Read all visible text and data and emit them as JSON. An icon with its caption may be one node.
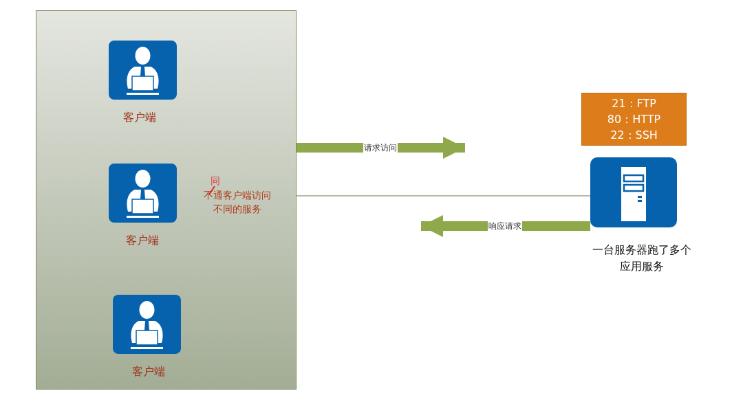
{
  "diagram": {
    "nodes": [
      {
        "text": [
          "同",
          "不通客户端访问不同的服务"
        ]
      },
      {
        "text": [],
        "shape": "person",
        "in": 0,
        "beside": [
          "客户端"
        ]
      },
      {
        "text": [],
        "shape": "person",
        "in": 0,
        "beside": [
          "客户端"
        ]
      },
      {
        "text": [],
        "shape": "person",
        "in": 0,
        "beside": [
          "客户端"
        ]
      },
      {
        "text": [
          "21：FTP 80：HTTP 22：SSH"
        ]
      },
      {
        "text": [],
        "shape": "server",
        "beside": [
          "一台服务器跑了多个应用服务"
        ]
      }
    ],
    "edges": [
      {
        "from": 0,
        "to": null,
        "arrow": "to",
        "label": "请求访问"
      },
      {
        "from": 0,
        "to": 5,
        "arrow": "none",
        "color": "#9aa585"
      },
      {
        "from": 5,
        "to": null,
        "arrow": "to",
        "label": "响应请求"
      }
    ]
  }
}
